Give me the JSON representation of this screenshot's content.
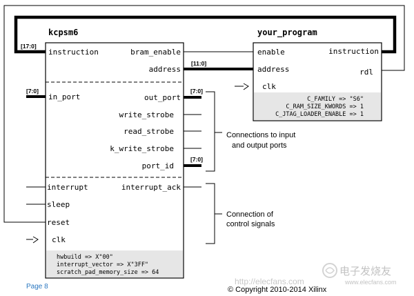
{
  "kcpsm6": {
    "title": "kcpsm6",
    "left_ports": {
      "instruction": "instruction",
      "in_port": "in_port",
      "interrupt": "interrupt",
      "sleep": "sleep",
      "reset": "reset",
      "clk": "clk"
    },
    "right_ports": {
      "bram_enable": "bram_enable",
      "address": "address",
      "out_port": "out_port",
      "write_strobe": "write_strobe",
      "read_strobe": "read_strobe",
      "k_write_strobe": "k_write_strobe",
      "port_id": "port_id",
      "interrupt_ack": "interrupt_ack"
    },
    "params": [
      "hwbuild => X\"00\"",
      "interrupt_vector => X\"3FF\"",
      "scratch_pad_memory_size => 64"
    ]
  },
  "your_program": {
    "title": "your_program",
    "ports": {
      "enable": "enable",
      "address": "address",
      "clk": "clk",
      "instruction": "instruction",
      "rdl": "rdl"
    },
    "params": [
      "C_FAMILY => \"S6\"",
      "C_RAM_SIZE_KWORDS => 1",
      "C_JTAG_LOADER_ENABLE => 1"
    ]
  },
  "bus_labels": {
    "instruction": "[17:0]",
    "address": "[11:0]",
    "in_port": "[7:0]",
    "out_port": "[7:0]",
    "port_id": "[7:0]"
  },
  "notes": {
    "io_line1": "Connections to input",
    "io_line2": "and output ports",
    "ctrl_line1": "Connection of",
    "ctrl_line2": "control signals"
  },
  "footer": {
    "page": "Page 8",
    "copyright": "© Copyright 2010-2014 Xilinx",
    "watermark_left": "http://elecfans.com",
    "watermark_brand": "电子发烧友",
    "watermark_url": "www.elecfans.com"
  }
}
